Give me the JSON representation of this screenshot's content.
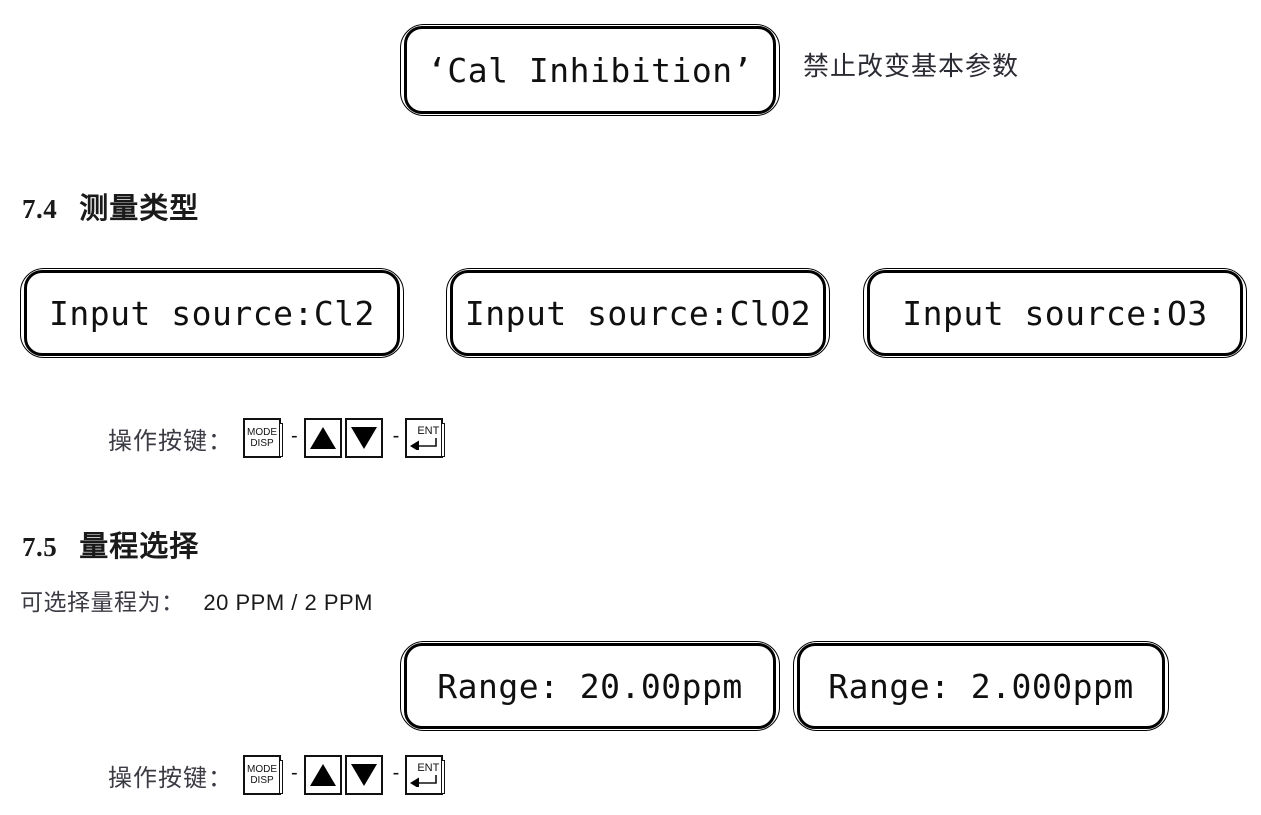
{
  "top_note": {
    "display_text": "‘Cal Inhibition’",
    "annotation": "禁止改变基本参数"
  },
  "sections": [
    {
      "number": "7.4",
      "title": "测量类型",
      "displays": [
        {
          "text": "Input source:Cl2"
        },
        {
          "text": "Input source:ClO2"
        },
        {
          "text": "Input source:O3"
        }
      ],
      "keyrow": {
        "label": "操作按键：",
        "keys": [
          {
            "name": "mode-disp-key",
            "line1": "MODE",
            "line2": "DISP"
          },
          {
            "name": "up-arrow-key"
          },
          {
            "name": "down-arrow-key"
          },
          {
            "name": "enter-key",
            "label": "ENT"
          }
        ],
        "separator": "-"
      }
    },
    {
      "number": "7.5",
      "title": "量程选择",
      "intro_label": "可选择量程为：",
      "intro_values": "20 PPM / 2 PPM",
      "displays": [
        {
          "text": "Range: 20.00ppm"
        },
        {
          "text": "Range: 2.000ppm"
        }
      ],
      "keyrow": {
        "label": "操作按键：",
        "keys": [
          {
            "name": "mode-disp-key",
            "line1": "MODE",
            "line2": "DISP"
          },
          {
            "name": "up-arrow-key"
          },
          {
            "name": "down-arrow-key"
          },
          {
            "name": "enter-key",
            "label": "ENT"
          }
        ],
        "separator": "-"
      }
    }
  ],
  "colors": {
    "ink": "#231f20",
    "display_border": "#000000",
    "body_text": "#3b3b44",
    "page_background": "#ffffff"
  }
}
